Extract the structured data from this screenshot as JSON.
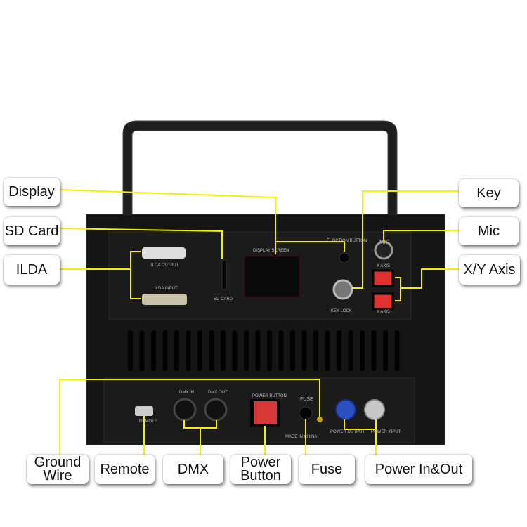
{
  "labels": {
    "display": "Display",
    "sd_card": "SD Card",
    "ilda": "ILDA",
    "key": "Key",
    "mic": "Mic",
    "xy_axis": "X/Y Axis",
    "ground_wire": "Ground Wire",
    "remote": "Remote",
    "dmx": "DMX",
    "power_button": "Power Button",
    "fuse": "Fuse",
    "power_in_out": "Power In&Out"
  },
  "panel_text": {
    "ilda_output": "ILDA OUTPUT",
    "ilda_input": "ILDA INPUT",
    "sd_card": "SD CARD",
    "display_screen": "DISPLAY SCREEN",
    "function_button": "FUNCTION BUTTON",
    "key_lock": "KEY LOCK",
    "mic": "MIC",
    "x_axis": "X AXIS",
    "y_axis": "Y AXIS",
    "remote": "REMOTE",
    "dmx_in": "DMX IN",
    "dmx_out": "DMX OUT",
    "power_button": "POWER BUTTON",
    "fuse": "FUSE",
    "made_in": "MADE IN CHINA",
    "power_output": "POWER OUTPUT",
    "power_input": "POWER INPUT"
  },
  "colors": {
    "callout_line": "#f5f000",
    "device": "#151515"
  }
}
